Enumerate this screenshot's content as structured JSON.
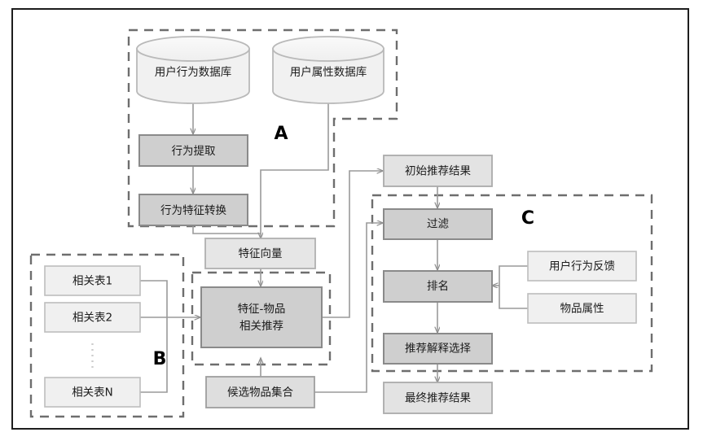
{
  "diagram": {
    "title_visible": false,
    "colors": {
      "frame_border": "#1d1d1d",
      "dark_fill": "#cfcfcf",
      "light_fill": "#efefef",
      "node_stroke_dark": "#8a8a8a",
      "node_stroke_light": "#b9b9b9",
      "cylinder_fill": "#f1f1f1",
      "dashed_stroke": "#6e6e6e",
      "connector_stroke": "#9a9a9a",
      "text": "#1b1b1b"
    },
    "groups": [
      {
        "id": "A",
        "label": "A"
      },
      {
        "id": "B",
        "label": "B"
      },
      {
        "id": "C",
        "label": "C"
      }
    ],
    "nodes": {
      "user_behavior_db": {
        "label": "用户行为数据库",
        "shape": "cylinder",
        "style": "light"
      },
      "user_profile_db": {
        "label": "用户属性数据库",
        "shape": "cylinder",
        "style": "light"
      },
      "behavior_extraction": {
        "label": "行为提取",
        "shape": "rect",
        "style": "dark"
      },
      "behavior_feature_transform": {
        "label": "行为特征转换",
        "shape": "rect",
        "style": "dark"
      },
      "feature_vector": {
        "label": "特征向量",
        "shape": "rect",
        "style": "light"
      },
      "relation_table_1": {
        "label": "相关表1",
        "shape": "rect",
        "style": "light"
      },
      "relation_table_2": {
        "label": "相关表2",
        "shape": "rect",
        "style": "light"
      },
      "relation_table_ellipsis": {
        "label": "⋮",
        "shape": "none",
        "style": "none"
      },
      "relation_table_n": {
        "label": "相关表N",
        "shape": "rect",
        "style": "light"
      },
      "feature_item_recommend": {
        "label_line1": "特征-物品",
        "label_line2": "相关推荐",
        "shape": "rect",
        "style": "dark"
      },
      "candidate_item_set": {
        "label": "候选物品集合",
        "shape": "rect",
        "style": "light"
      },
      "initial_recommendation": {
        "label": "初始推荐结果",
        "shape": "rect",
        "style": "light"
      },
      "filter": {
        "label": "过滤",
        "shape": "rect",
        "style": "dark"
      },
      "ranking": {
        "label": "排名",
        "shape": "rect",
        "style": "dark"
      },
      "explanation_selection": {
        "label": "推荐解释选择",
        "shape": "rect",
        "style": "dark"
      },
      "final_recommendation": {
        "label": "最终推荐结果",
        "shape": "rect",
        "style": "light"
      },
      "user_behavior_feedback": {
        "label": "用户行为反馈",
        "shape": "rect",
        "style": "light"
      },
      "item_attributes": {
        "label": "物品属性",
        "shape": "rect",
        "style": "light"
      }
    },
    "edges": [
      {
        "from": "user_behavior_db",
        "to": "behavior_extraction",
        "arrow": true
      },
      {
        "from": "behavior_extraction",
        "to": "behavior_feature_transform",
        "arrow": true
      },
      {
        "from": "behavior_feature_transform",
        "to": "feature_vector",
        "arrow": true
      },
      {
        "from": "user_profile_db",
        "to": "feature_vector",
        "arrow": true
      },
      {
        "from": "feature_vector",
        "to": "feature_item_recommend",
        "arrow": true
      },
      {
        "from": "relation_table_1",
        "to": "feature_item_recommend",
        "arrow": true
      },
      {
        "from": "relation_table_2",
        "to": "feature_item_recommend",
        "arrow": true
      },
      {
        "from": "relation_table_n",
        "to": "feature_item_recommend",
        "arrow": true
      },
      {
        "from": "candidate_item_set",
        "to": "feature_item_recommend",
        "arrow": true
      },
      {
        "from": "feature_item_recommend",
        "to": "initial_recommendation",
        "arrow": true
      },
      {
        "from": "initial_recommendation",
        "to": "filter",
        "arrow": true
      },
      {
        "from": "candidate_item_set",
        "to": "filter",
        "arrow": true
      },
      {
        "from": "filter",
        "to": "ranking",
        "arrow": true
      },
      {
        "from": "user_behavior_feedback",
        "to": "ranking",
        "arrow": true
      },
      {
        "from": "item_attributes",
        "to": "ranking",
        "arrow": true
      },
      {
        "from": "ranking",
        "to": "explanation_selection",
        "arrow": true
      },
      {
        "from": "explanation_selection",
        "to": "final_recommendation",
        "arrow": true
      }
    ]
  }
}
